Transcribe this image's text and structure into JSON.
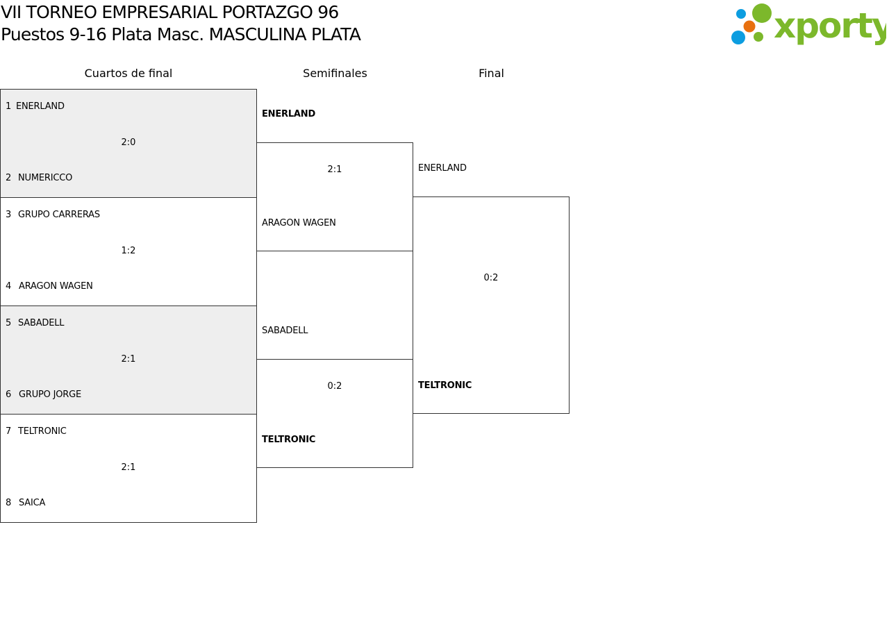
{
  "header": {
    "title": "VII TORNEO EMPRESARIAL PORTAZGO 96",
    "subtitle": "Puestos 9-16 Plata Masc. MASCULINA PLATA",
    "logo_text": "xporty"
  },
  "rounds": [
    "Cuartos de final",
    "Semifinales",
    "Final"
  ],
  "quarterfinals": [
    {
      "seed1": "1",
      "team1": "ENERLAND",
      "seed2": "2",
      "team2": "NUMERICCO",
      "score": "2:0"
    },
    {
      "seed1": "3",
      "team1": "GRUPO CARRERAS",
      "seed2": "4",
      "team2": "ARAGON WAGEN",
      "score": "1:2"
    },
    {
      "seed1": "5",
      "team1": "SABADELL",
      "seed2": "6",
      "team2": "GRUPO JORGE",
      "score": "2:1"
    },
    {
      "seed1": "7",
      "team1": "TELTRONIC",
      "seed2": "8",
      "team2": "SAICA",
      "score": "2:1"
    }
  ],
  "semifinals": [
    {
      "team1": "ENERLAND",
      "team2": "ARAGON WAGEN",
      "score": "2:1"
    },
    {
      "team1": "SABADELL",
      "team2": "TELTRONIC",
      "score": "0:2"
    }
  ],
  "final": {
    "team1": "ENERLAND",
    "team2": "TELTRONIC",
    "score": "0:2"
  },
  "colors": {
    "logo_green": "#7cb82b",
    "logo_blue": "#0c9de0",
    "logo_orange": "#e8700f",
    "shade": "#eeeeee"
  }
}
